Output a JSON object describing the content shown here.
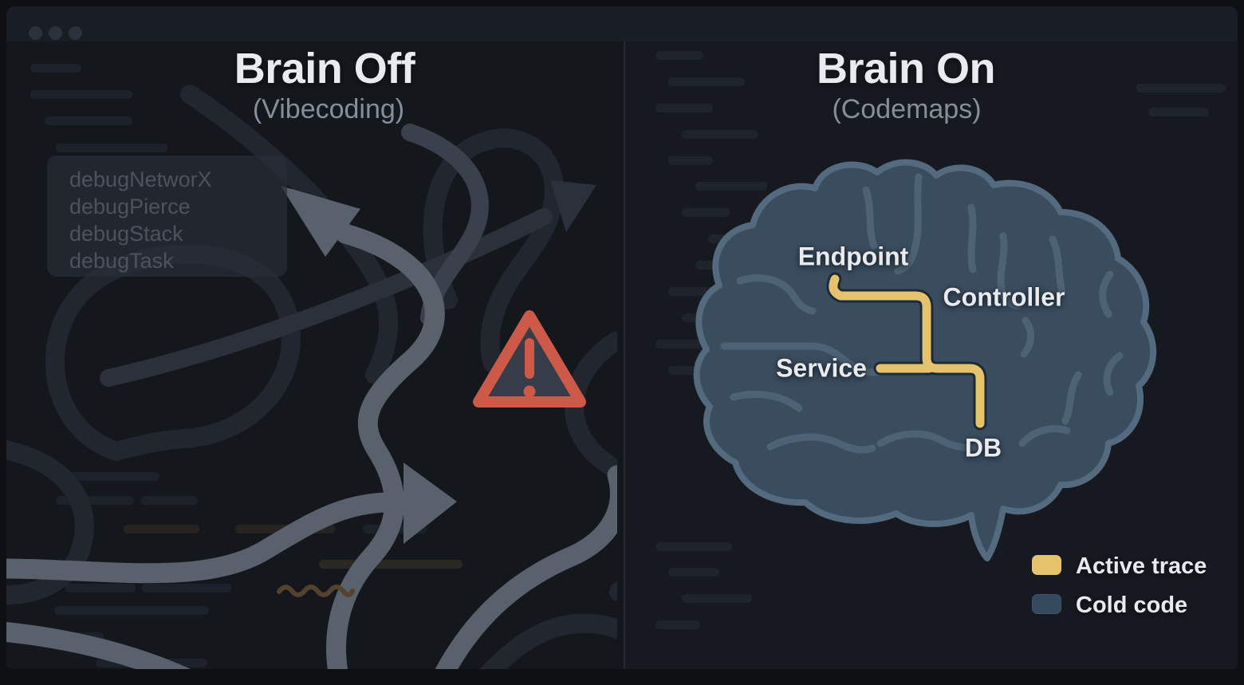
{
  "window": {
    "controls": [
      {
        "name": "close"
      },
      {
        "name": "minimize"
      },
      {
        "name": "maximize"
      }
    ]
  },
  "left_panel": {
    "title": "Brain Off",
    "subtitle": "(Vibecoding)",
    "codebox": {
      "lines": [
        "debugNetworX",
        "debugPierce",
        "debugStack",
        "debugTask"
      ]
    },
    "icons": [
      "tangled-arrow-up-left",
      "tangled-arrow-right",
      "warning-triangle",
      "error-squiggle"
    ]
  },
  "right_panel": {
    "title": "Brain On",
    "subtitle": "(Codemaps)",
    "brain_labels": {
      "endpoint": "Endpoint",
      "controller": "Controller",
      "service": "Service",
      "db": "DB"
    },
    "legend": [
      {
        "label": "Active trace",
        "color": "#e4c36c"
      },
      {
        "label": "Cold code",
        "color": "#35495c"
      }
    ]
  },
  "colors": {
    "background": "#14171c",
    "titlebar": "#191d24",
    "accent_trace_yellow": "#e4c36c",
    "cold_code_blue": "#35495c",
    "brain_fill": "#3a4d5f",
    "brain_outline": "#546a7e",
    "warning_red": "#cd5948",
    "tangle_bright": "#59616d",
    "text_primary": "#e9ebee",
    "text_muted": "#878e99",
    "ghost_code": "#4c535e"
  }
}
